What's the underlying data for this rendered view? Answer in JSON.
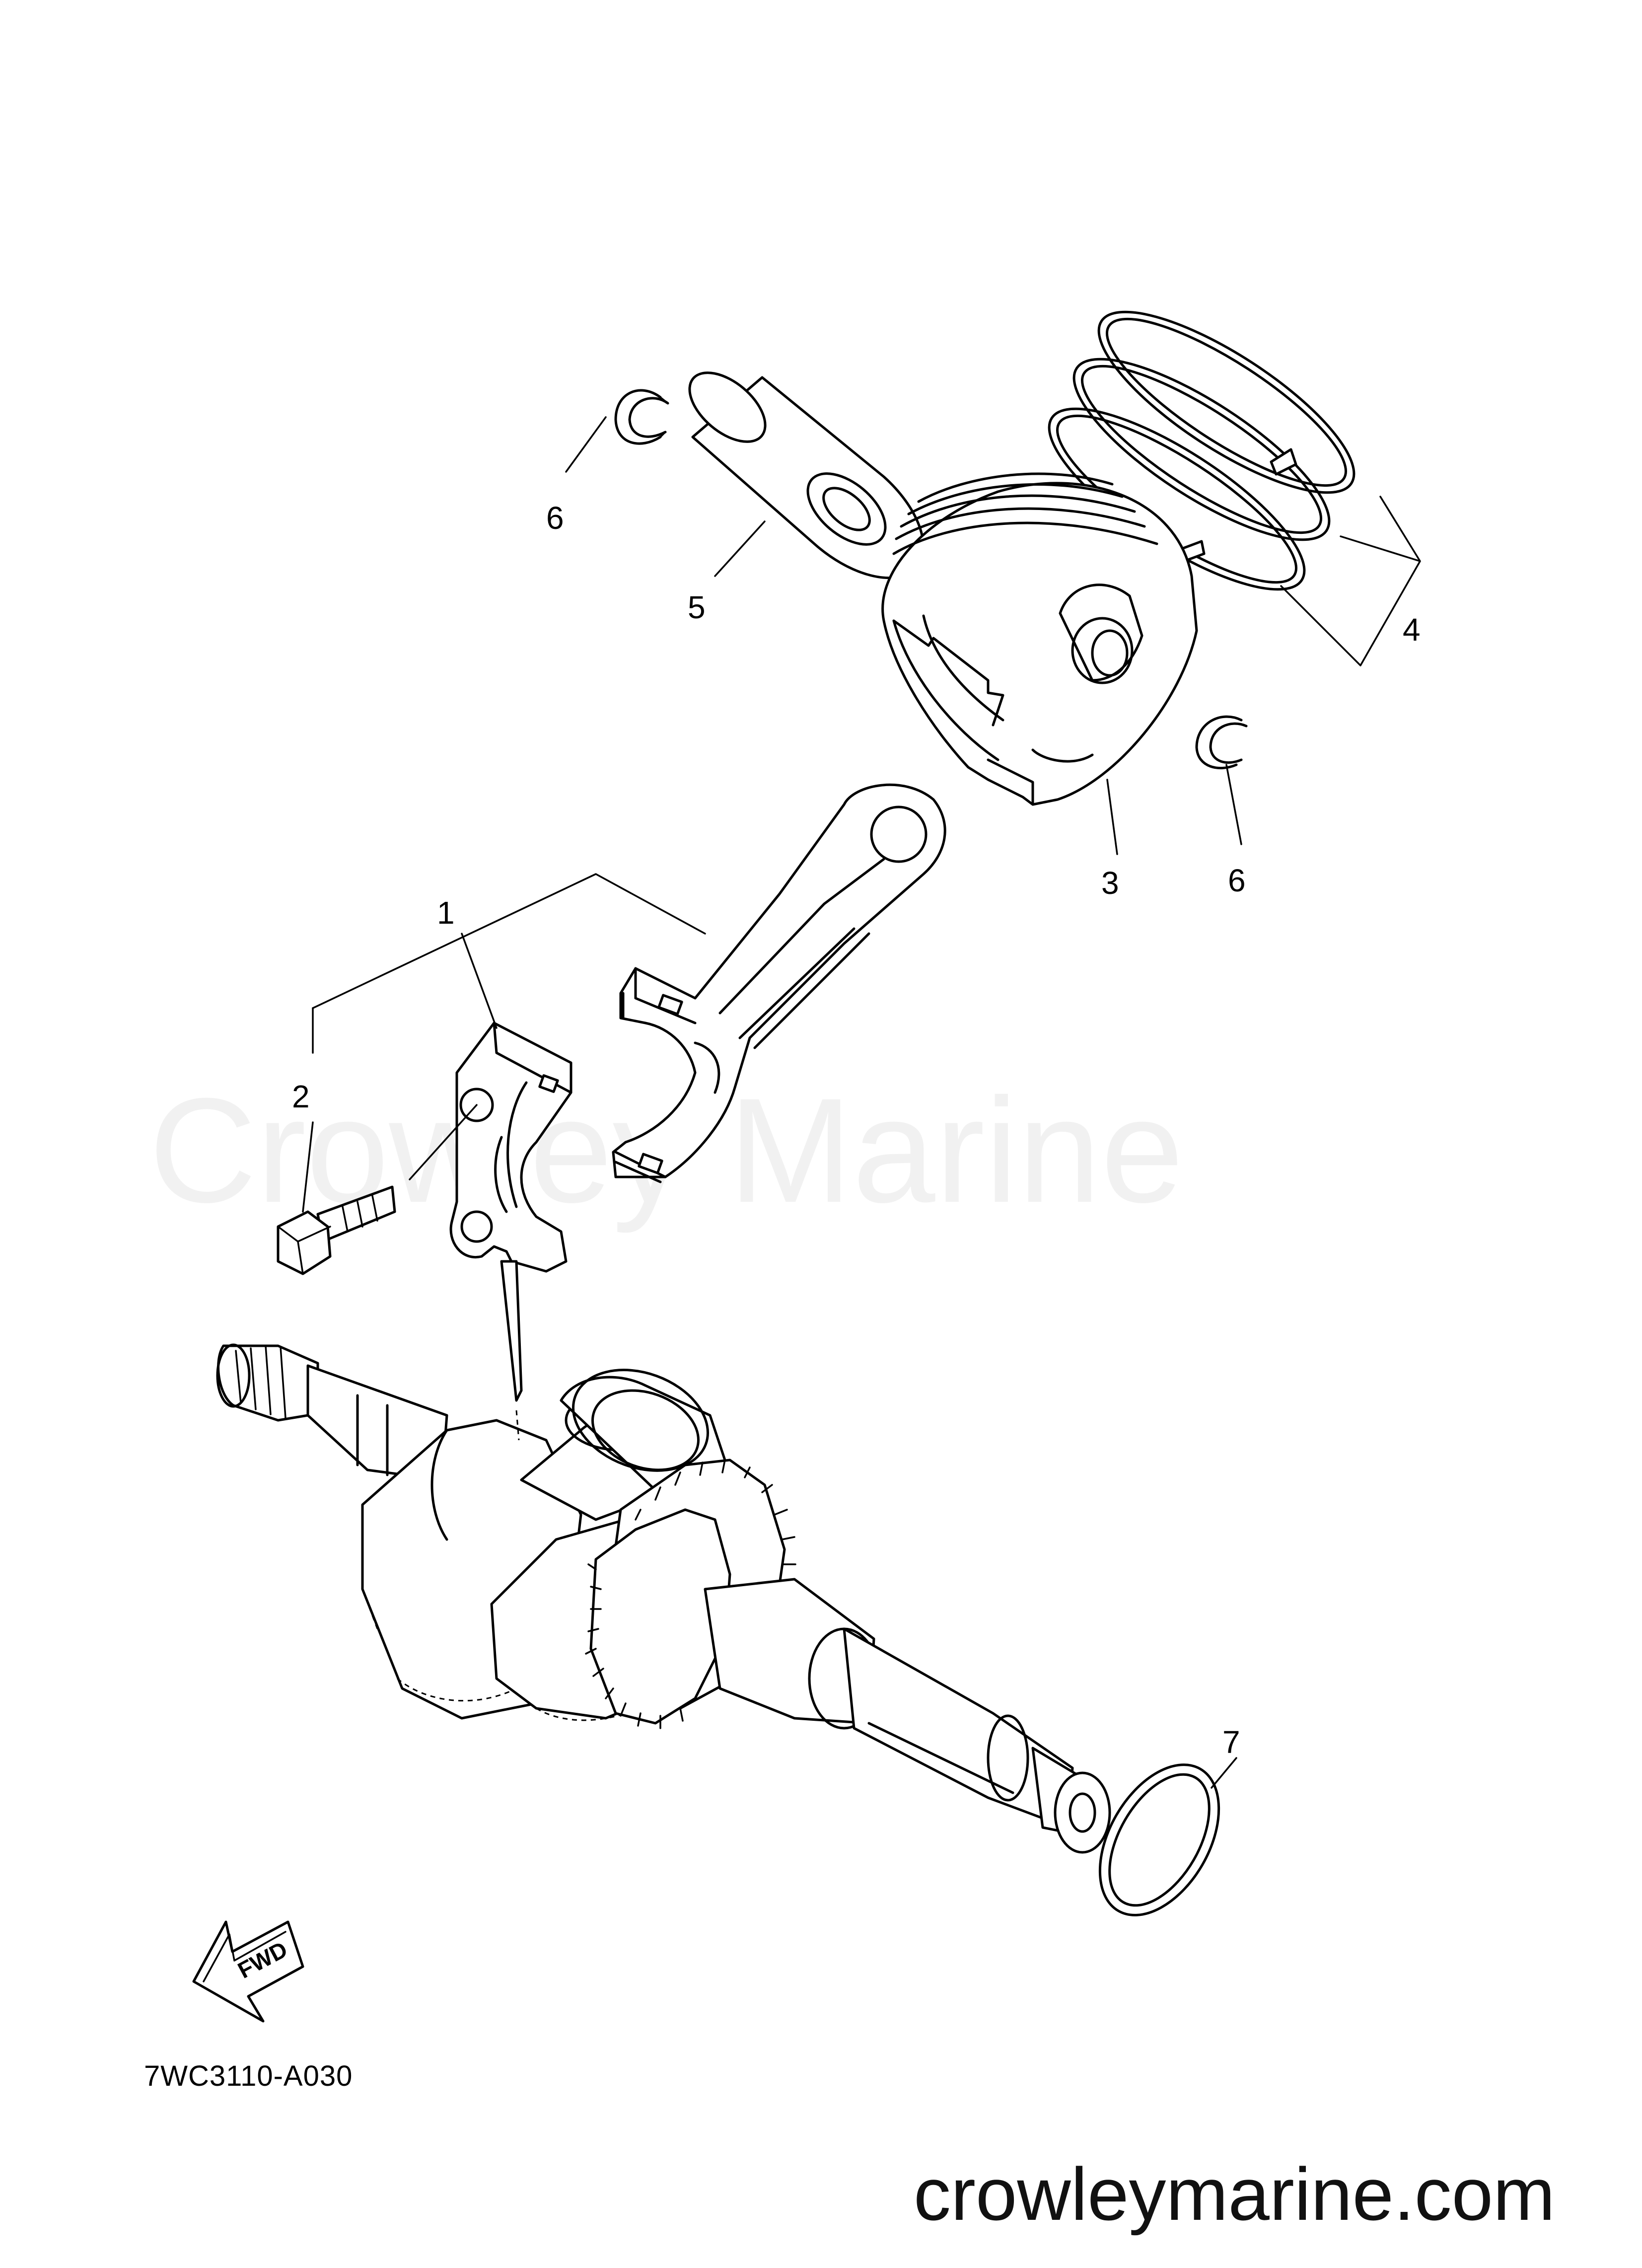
{
  "diagram": {
    "code": "7WC3110-A030",
    "watermark": "Crowley Marine",
    "site": "crowleymarine.com",
    "direction_label": "FWD",
    "callouts": {
      "p1": "1",
      "p2": "2",
      "p3": "3",
      "p4": "4",
      "p5": "5",
      "p6a": "6",
      "p6b": "6",
      "p7": "7"
    }
  }
}
